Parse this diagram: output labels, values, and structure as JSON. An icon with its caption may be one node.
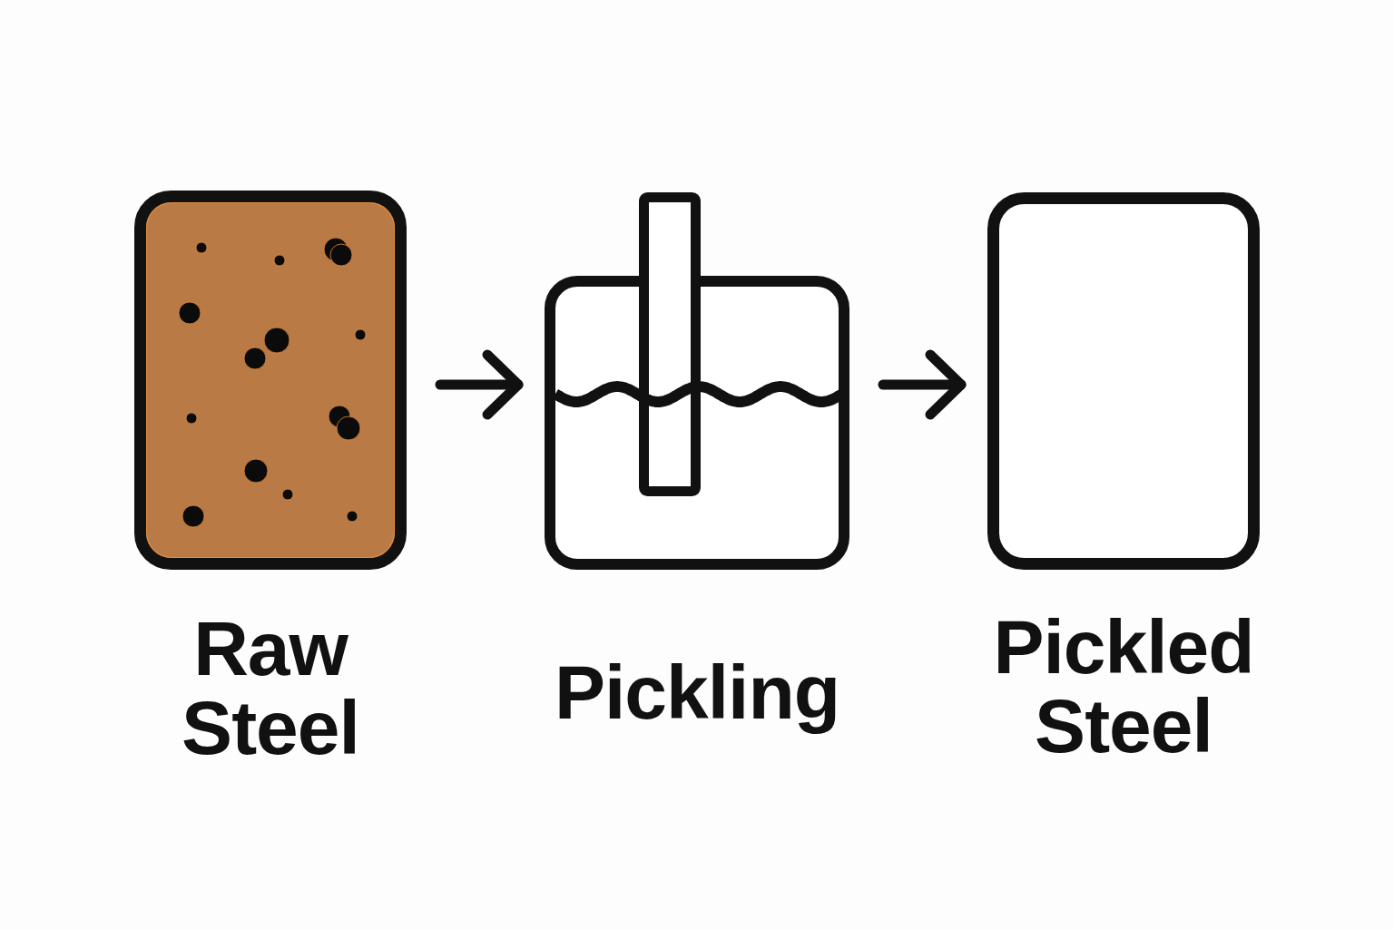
{
  "diagram": {
    "nodes": [
      {
        "text": [
          "Raw Steel"
        ]
      },
      {
        "text": [
          "Pickling"
        ]
      },
      {
        "text": [
          "Pickled Steel"
        ]
      }
    ],
    "edges": [
      {
        "from": 0,
        "to": 1,
        "arrow": "to"
      },
      {
        "from": 1,
        "to": 2,
        "arrow": "to"
      }
    ]
  }
}
